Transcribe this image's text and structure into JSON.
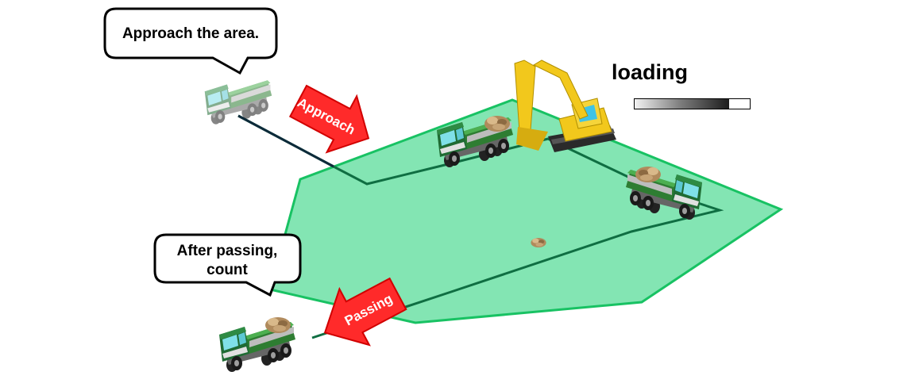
{
  "bubbles": {
    "approach": "Approach the area.",
    "after_line1": "After passing,",
    "after_line2": "count"
  },
  "arrows": {
    "approach": "Approach",
    "passing": "Passing"
  },
  "status": {
    "label": "loading",
    "progress": 0.82
  },
  "colors": {
    "zone_fill": "#83e5b3",
    "zone_stroke": "#18c263",
    "path": "#0f6e42",
    "arrow": "#ff2a2a",
    "truck_cab": "#1f7a3a",
    "excavator": "#f2c81c"
  },
  "icons": [
    "truck-icon",
    "excavator-icon",
    "rock-icon"
  ]
}
